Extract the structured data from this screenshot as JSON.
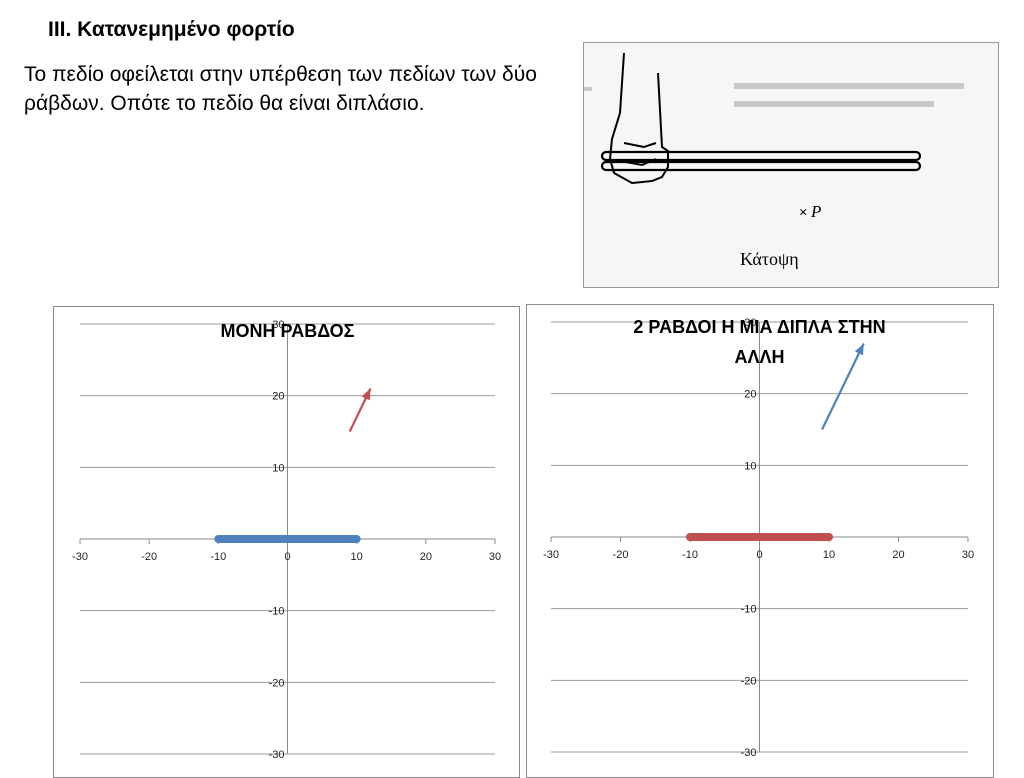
{
  "slide": {
    "heading": "III. Κατανεμημένο φορτίο",
    "body": "Το πεδίο οφείλεται στην υπέρθεση των πεδίων των δύο ράβδων. Οπότε το πεδίο θα είναι διπλάσιο."
  },
  "figure": {
    "point_label": "P",
    "point_mark": "×",
    "caption": "Κάτοψη"
  },
  "chart_data": [
    {
      "type": "line",
      "title": "ΜΟΝΗ ΡΑΒΔΟΣ",
      "xlim": [
        -30,
        30
      ],
      "ylim": [
        -30,
        30
      ],
      "xticks": [
        -30,
        -20,
        -10,
        0,
        10,
        20,
        30
      ],
      "yticks": [
        30,
        20,
        10,
        0,
        -10,
        -20,
        -30
      ],
      "grid": "horizontal",
      "rod": {
        "x": [
          -10,
          10
        ],
        "y": [
          0,
          0
        ],
        "color": "#4f81bd"
      },
      "arrow": {
        "from": [
          9,
          15
        ],
        "to": [
          12,
          21
        ],
        "color": "#c0504d"
      }
    },
    {
      "type": "line",
      "title": "2 ΡΑΒΔΟΙ Η ΜΙΑ ΔΙΠΛΑ ΣΤΗΝ ΑΛΛΗ",
      "xlim": [
        -30,
        30
      ],
      "ylim": [
        -30,
        30
      ],
      "xticks": [
        -30,
        -20,
        -10,
        0,
        10,
        20,
        30
      ],
      "yticks": [
        30,
        20,
        10,
        0,
        -10,
        -20,
        -30
      ],
      "grid": "horizontal",
      "rod": {
        "x": [
          -10,
          10
        ],
        "y": [
          0,
          0
        ],
        "color": "#c0504d"
      },
      "arrow": {
        "from": [
          9,
          15
        ],
        "to": [
          15,
          27
        ],
        "color": "#4f81bd"
      }
    }
  ]
}
